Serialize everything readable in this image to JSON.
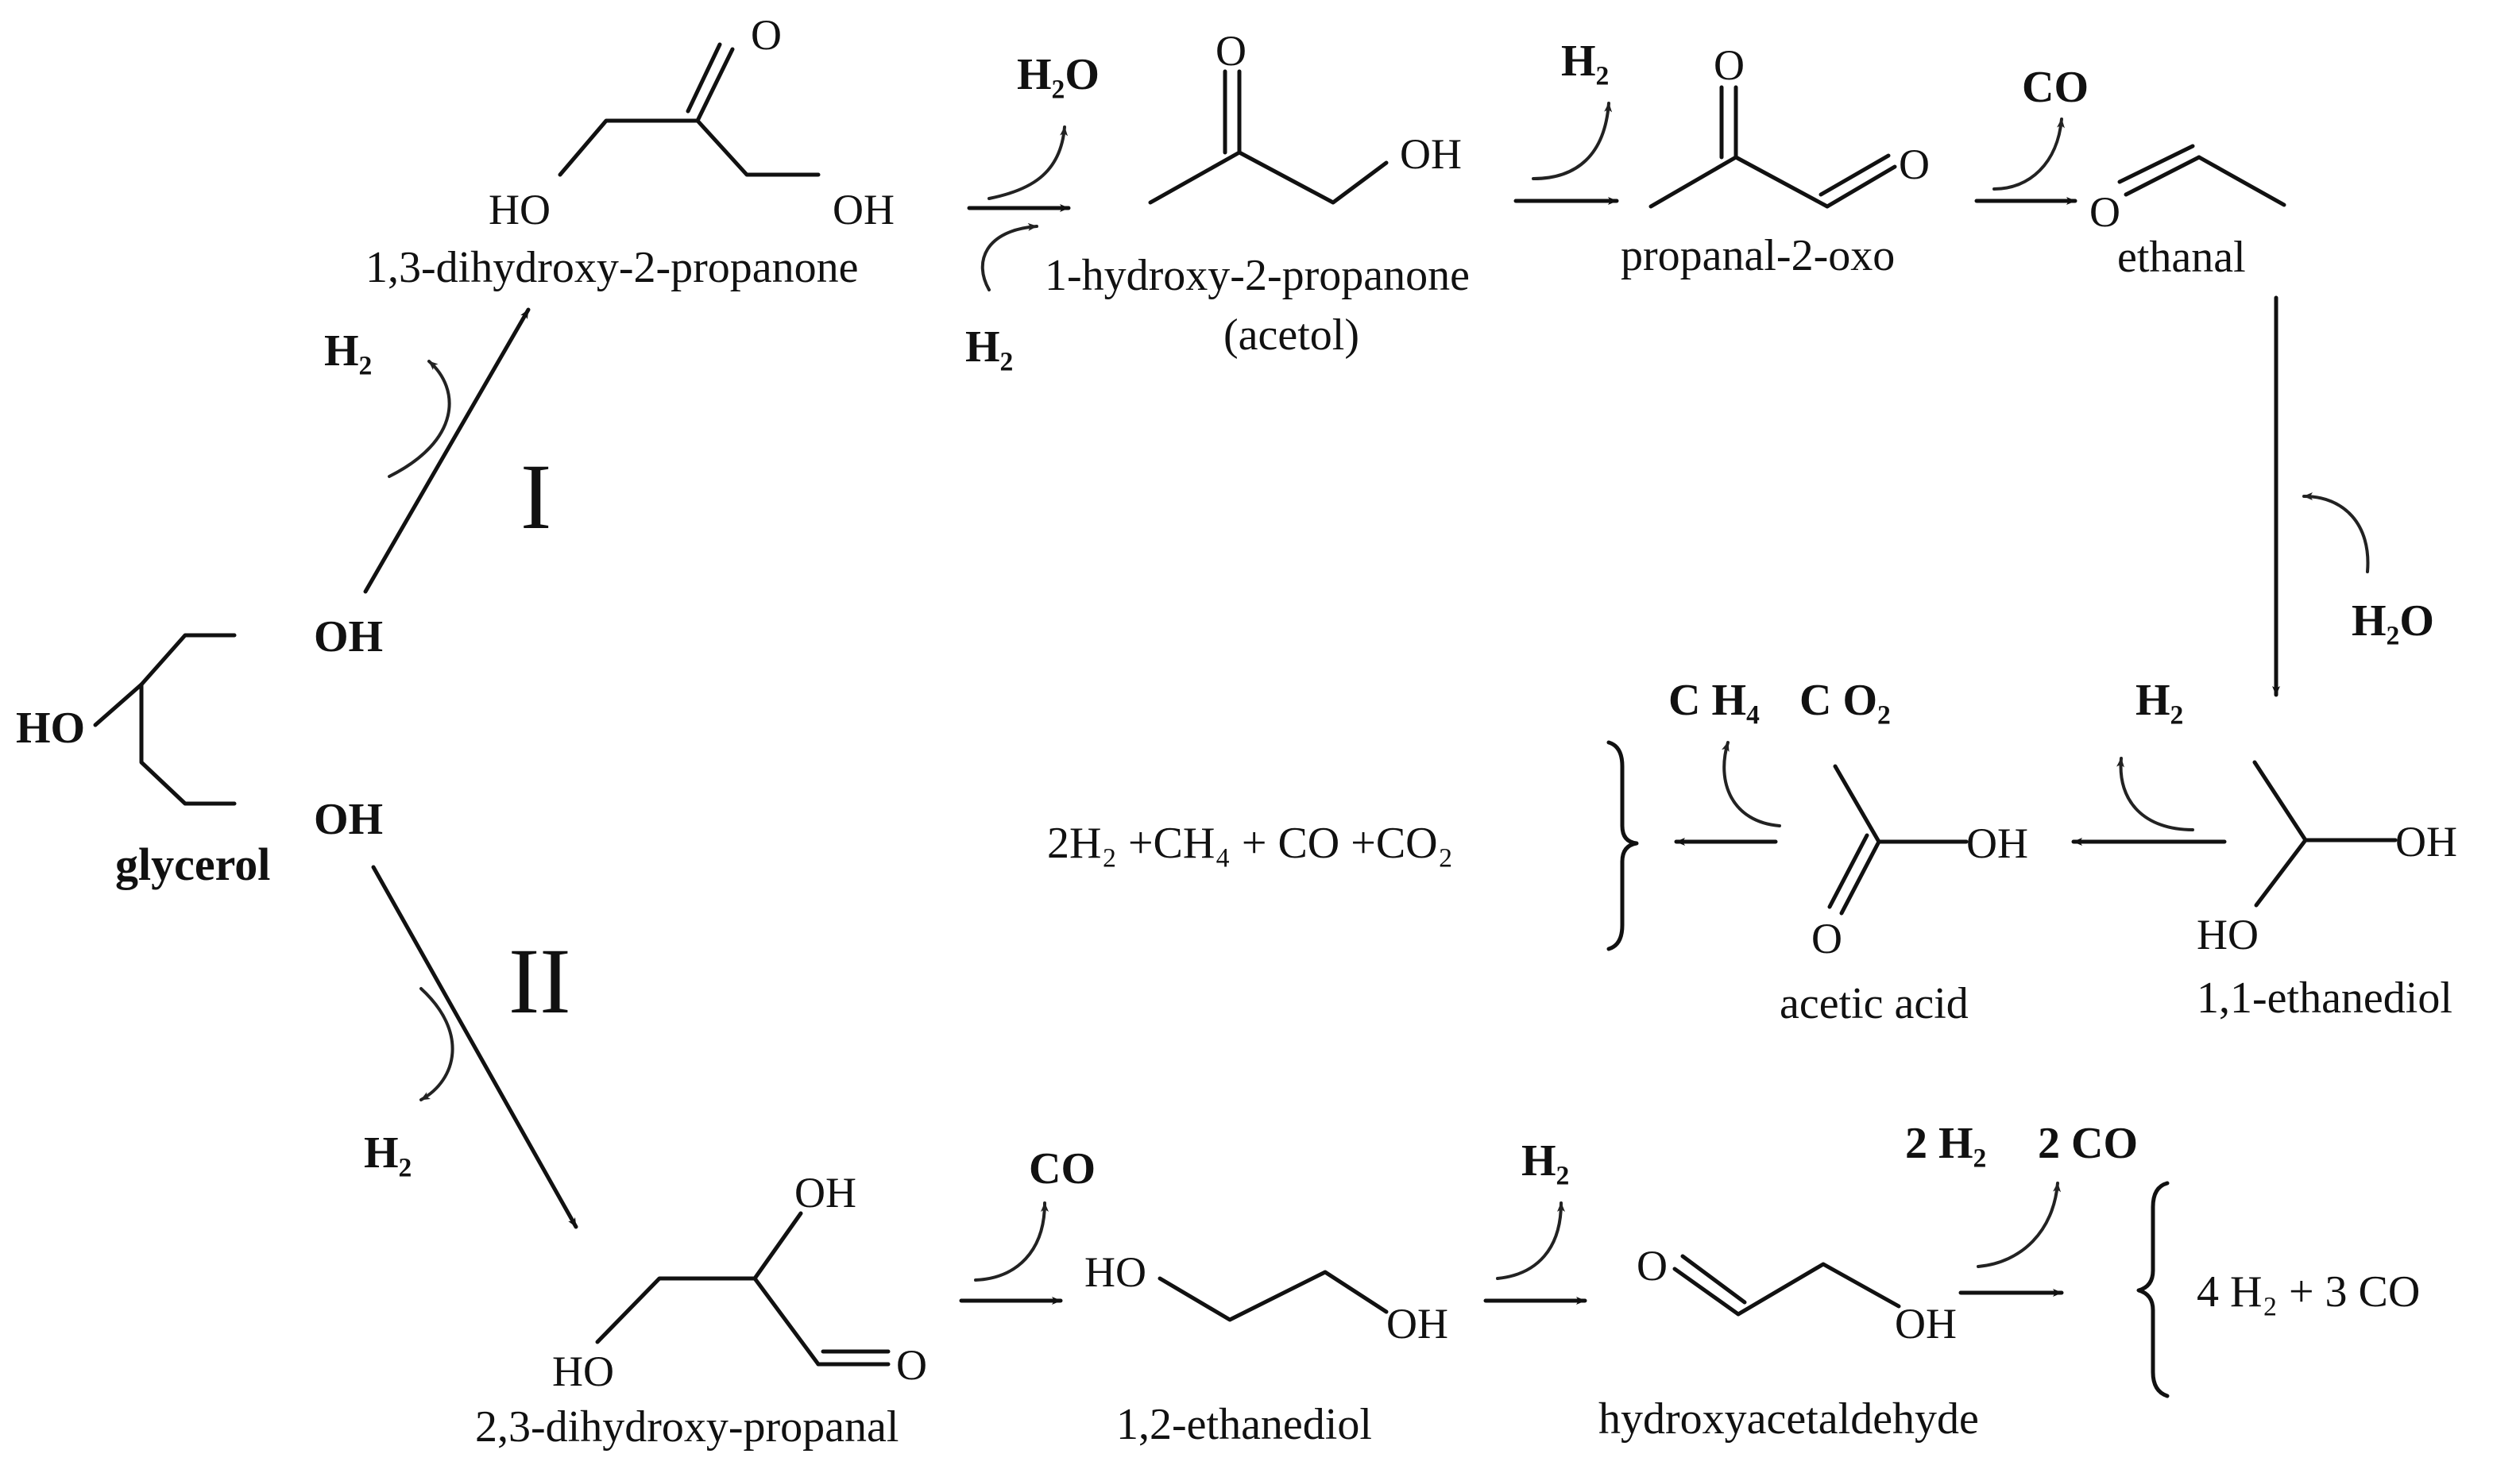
{
  "compounds": {
    "glycerol": {
      "name": "glycerol",
      "oh_top": "OH",
      "ho_mid": "HO",
      "oh_bot": "OH"
    },
    "dihydroxypropanone": {
      "name": "1,3-dihydroxy-2-propanone",
      "o": "O",
      "ho": "HO",
      "oh": "OH"
    },
    "acetol": {
      "name": "1-hydroxy-2-propanone",
      "alt_name": "(acetol)",
      "o": "O",
      "oh": "OH"
    },
    "propanal_oxo": {
      "name": "propanal-2-oxo",
      "o_top": "O",
      "o_right": "O"
    },
    "ethanal": {
      "name": "ethanal",
      "o": "O"
    },
    "ethanediol_11": {
      "name": "1,1-ethanediol",
      "oh": "OH",
      "ho": "HO"
    },
    "acetic_acid": {
      "name": "acetic acid",
      "oh": "OH",
      "o": "O"
    },
    "dihydroxypropanal": {
      "name": "2,3-dihydroxy-propanal",
      "oh": "OH",
      "ho": "HO",
      "o": "O"
    },
    "ethanediol_12": {
      "name": "1,2-ethanediol",
      "ho": "HO",
      "oh": "OH"
    },
    "hydroxyacetaldehyde": {
      "name": "hydroxyacetaldehyde",
      "o": "O",
      "oh": "OH"
    }
  },
  "pathways": {
    "one": "I",
    "two": "II"
  },
  "species": {
    "h2_glycerol_up": "H₂",
    "h2o_out_acetol": "H₂O",
    "h2_in_acetol": "H₂",
    "h2_out_propanal": "H₂",
    "co_out_ethanal": "CO",
    "h2o_in_ethanediol": "H₂O",
    "h2_out_acetic": "H₂",
    "ch4": "C H₄",
    "co2": "C O₂",
    "h2_glycerol_down": "H₂",
    "co_out_ethanediol": "CO",
    "h2_out_hydroxy": "H₂",
    "h2_2_out": "2 H₂",
    "co_2_out": "2 CO"
  },
  "summaries": {
    "pathway_one": "2H₂ +CH₄ + CO +CO₂",
    "pathway_two": "4 H₂ + 3 CO"
  }
}
